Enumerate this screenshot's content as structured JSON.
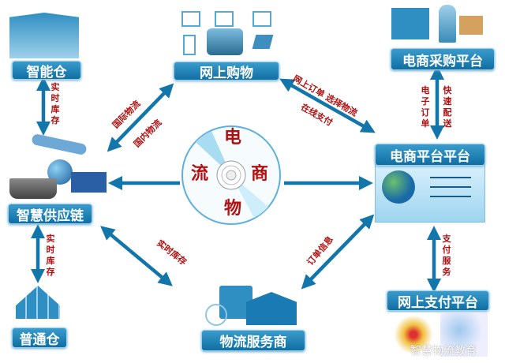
{
  "nodes": {
    "smart_warehouse": "智能仓",
    "online_shopping": "网上购物",
    "procurement": "电商采购平台",
    "ecommerce_platform": "电商平台平台",
    "supply_chain": "智慧供应链",
    "ordinary_warehouse": "普通仓",
    "logistics_provider": "物流服务商",
    "payment_platform": "网上支付平台"
  },
  "center": {
    "c1": "电",
    "c2": "商",
    "c3": "物",
    "c4": "流"
  },
  "edges": {
    "realtime_inventory_top": "实时库存",
    "realtime_inventory_bottom": "实时库存",
    "international_logistics": "国际物流",
    "domestic_logistics": "国内物流",
    "online_order": "网上订单  选择物流",
    "online_payment": "在线支付",
    "electronic_order": "电子订单",
    "fast_delivery": "快速配送",
    "realtime_inventory_diag": "实时库存",
    "order_info": "订单信息",
    "payment_service": "支付服务"
  },
  "watermark": "智慧物流教育",
  "colors": {
    "accent": "#1276ab",
    "label_red": "#b01010"
  }
}
